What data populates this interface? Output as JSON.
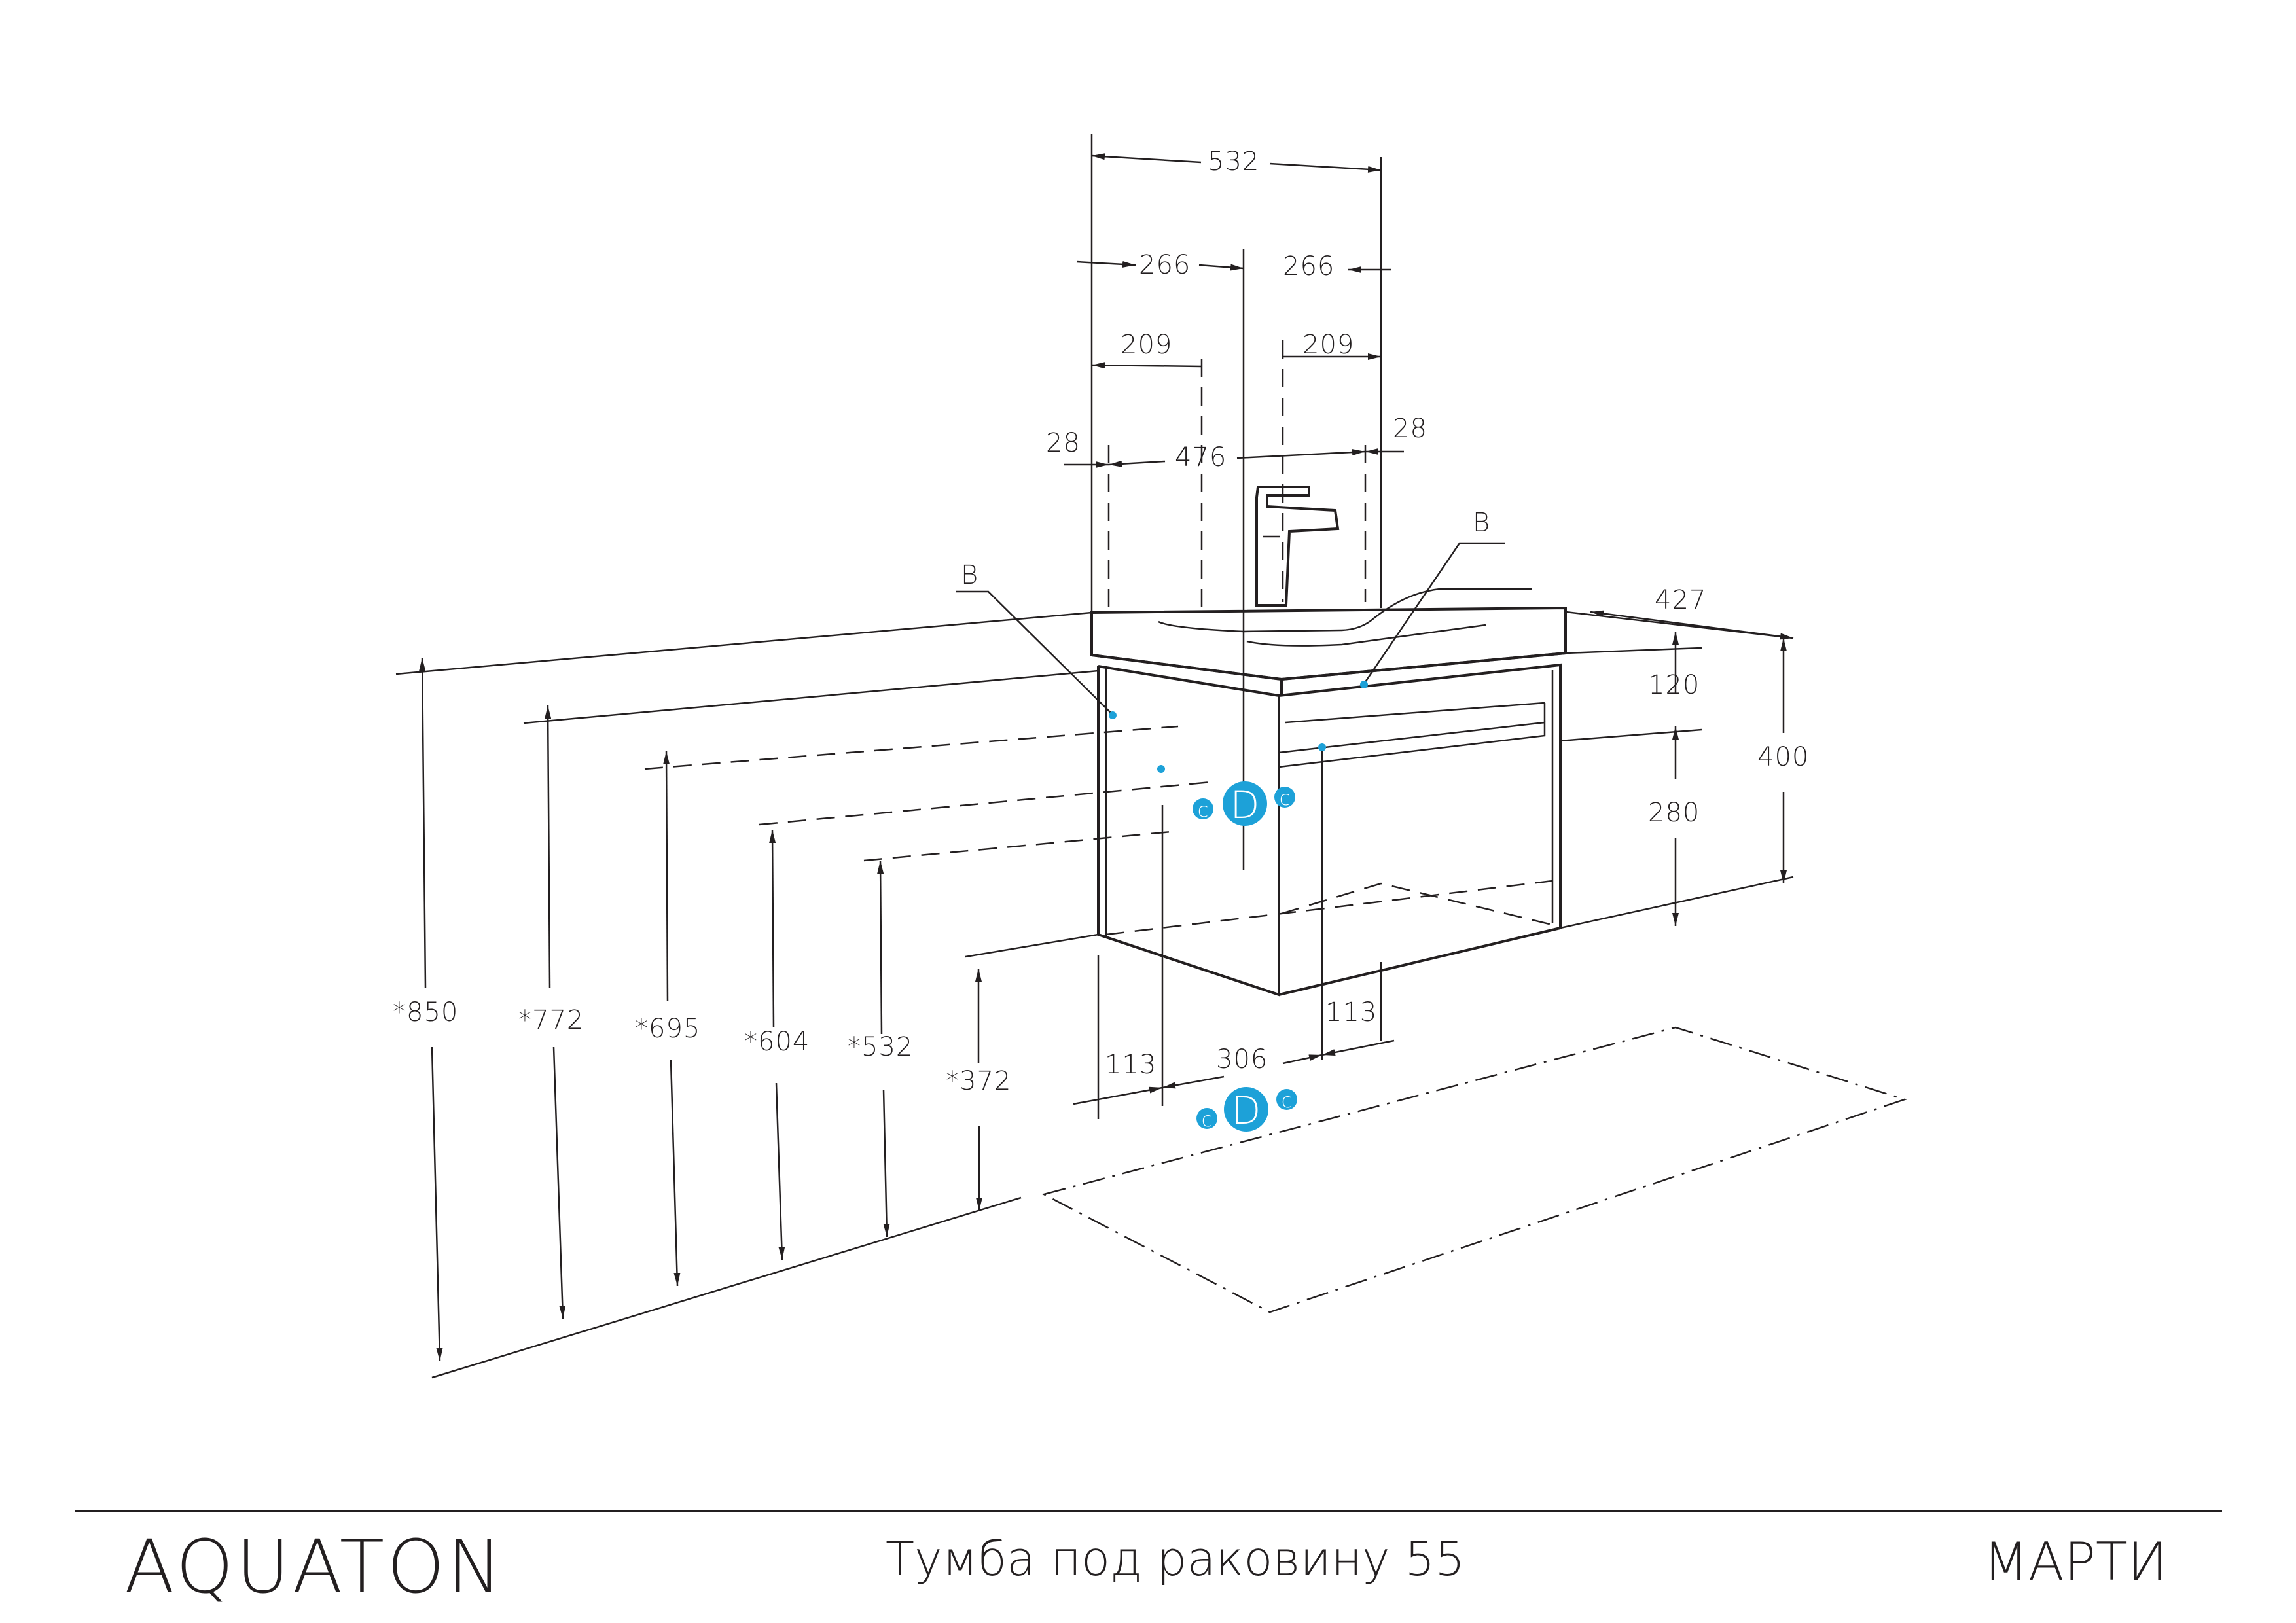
{
  "footer": {
    "brand": "AQUATON",
    "product": "Тумба под раковину 55",
    "model": "МАРТИ"
  },
  "dimensions": {
    "width_total": "532",
    "half_left": "266",
    "half_right": "266",
    "left_209": "209",
    "right_209": "209",
    "left_28": "28",
    "right_28": "28",
    "inner_476": "476",
    "depth_427": "427",
    "h_120": "120",
    "h_280": "280",
    "h_400": "400",
    "h_850": "*850",
    "h_772": "*772",
    "h_695": "*695",
    "h_604": "*604",
    "h_532": "*532",
    "h_372": "*372",
    "b_113_left": "113",
    "b_306": "306",
    "b_113_right": "113"
  },
  "labels": {
    "b_left": "B",
    "b_right": "B",
    "c_symbol": "c",
    "d_symbol": "D"
  },
  "colors": {
    "line": "#231f20",
    "marker": "#1da1d8"
  }
}
